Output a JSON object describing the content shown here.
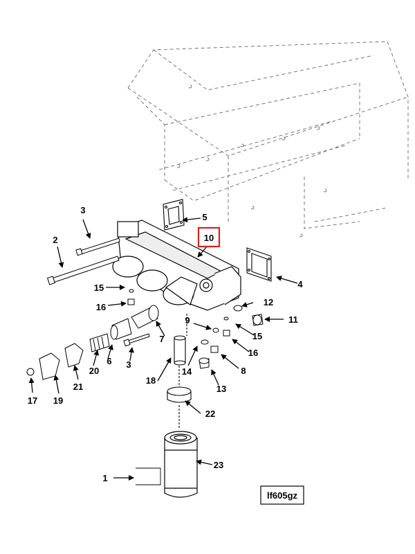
{
  "diagram": {
    "reference_code": "lf605gz",
    "highlight_color": "#d62020",
    "highlighted_callout": "10",
    "callouts": [
      "1",
      "2",
      "3",
      "3",
      "4",
      "5",
      "6",
      "7",
      "8",
      "9",
      "10",
      "11",
      "12",
      "13",
      "14",
      "15",
      "15",
      "16",
      "16",
      "17",
      "18",
      "19",
      "20",
      "21",
      "22",
      "23"
    ]
  }
}
